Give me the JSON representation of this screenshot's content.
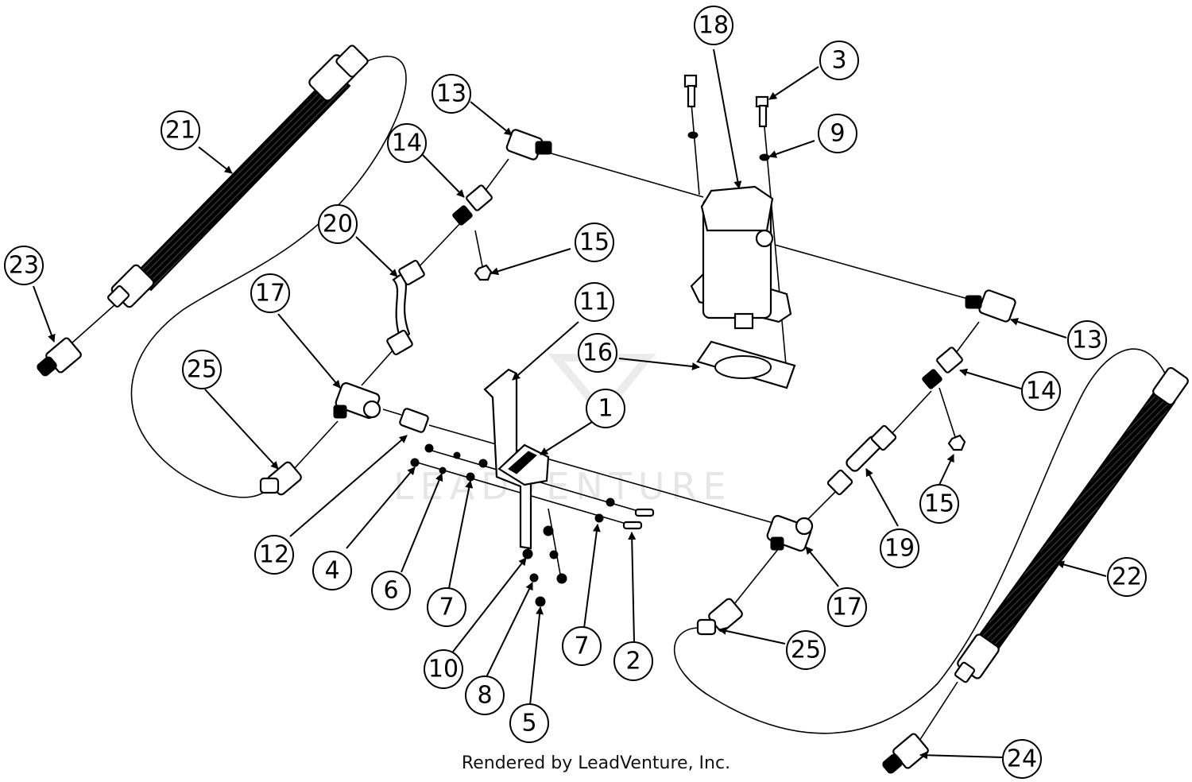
{
  "watermark": "LEADVENTURE",
  "credit": "Rendered by LeadVenture, Inc.",
  "callouts": [
    "18",
    "3",
    "13",
    "9",
    "14",
    "21",
    "20",
    "15",
    "23",
    "17",
    "11",
    "16",
    "25",
    "1",
    "13",
    "14",
    "15",
    "12",
    "4",
    "6",
    "7",
    "19",
    "17",
    "22",
    "10",
    "7",
    "2",
    "25",
    "8",
    "5",
    "24"
  ]
}
